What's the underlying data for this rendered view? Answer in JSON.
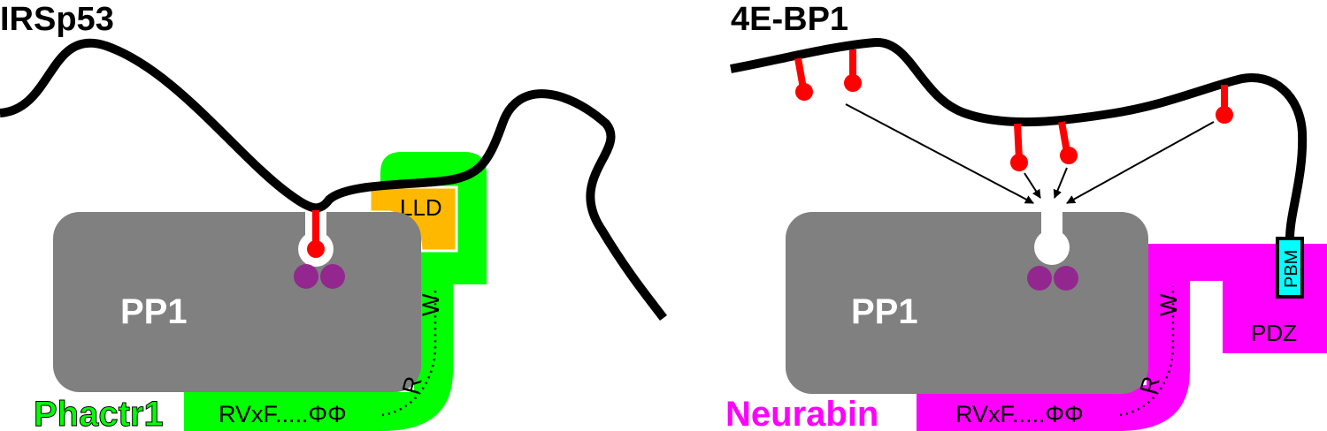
{
  "left_panel": {
    "title": "IRSp53",
    "core": "PP1",
    "partner": "Phactr1",
    "docking_domain": "LLD",
    "motif": "RVxF.....ΦΦ",
    "residue_r": "R",
    "residue_w": "W"
  },
  "right_panel": {
    "title": "4E-BP1",
    "core": "PP1",
    "partner": "Neurabin",
    "docking_domain": "PDZ",
    "binding_motif": "PBM",
    "motif": "RVxF.....ΦΦ",
    "residue_r": "R",
    "residue_w": "W"
  },
  "colors": {
    "pp1": "#808080",
    "substrate_chain": "#000000",
    "phosphosite": "#ff0000",
    "metal_ions": "#93278f",
    "phactr1": "#00ff00",
    "lld": "#ffb800",
    "neurabin": "#ff00ff",
    "pbm": "#00ffff"
  },
  "icons": {
    "phosphosite": "lollipop-icon",
    "metal_ion": "filled-circle-icon",
    "arrow": "arrow-icon"
  }
}
